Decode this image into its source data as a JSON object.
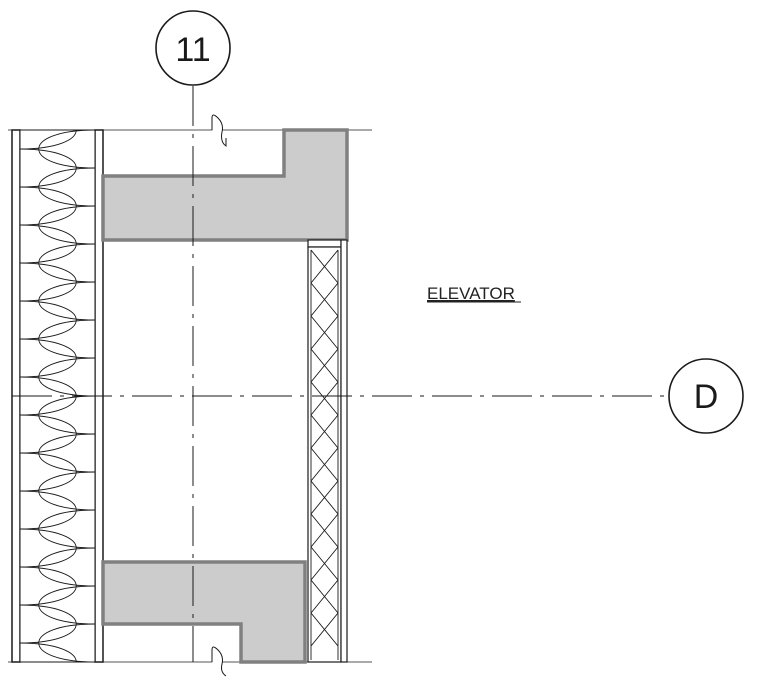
{
  "grid": {
    "vertical_tag": "11",
    "horizontal_tag": "D"
  },
  "room": {
    "label": "ELEVATOR"
  },
  "colors": {
    "line": "#1a1a1a",
    "concrete_fill": "#cccccc",
    "concrete_edge": "#808080",
    "background": "#ffffff"
  },
  "symbols": [
    "batt-insulation",
    "cmu-cross-hatch",
    "break-line",
    "grid-bubble"
  ]
}
